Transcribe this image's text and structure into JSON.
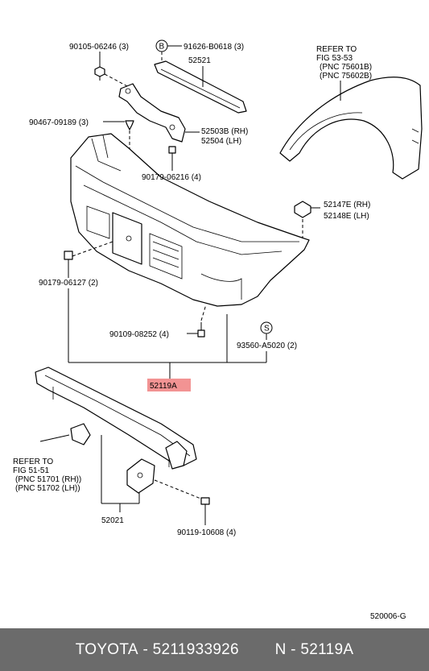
{
  "labels": {
    "p90105": "90105-06246 (3)",
    "symB": "B",
    "p91626": "91626-B0618 (3)",
    "p52521": "52521",
    "refer53_1": "REFER TO",
    "refer53_2": "FIG 53-53",
    "refer53_3": "(PNC 75601B)",
    "refer53_4": "(PNC 75602B)",
    "p90467": "90467-09189 (3)",
    "p52503B": "52503B (RH)",
    "p52504": "52504  (LH)",
    "p90179a": "90179-06216 (4)",
    "p52147E": "52147E (RH)",
    "p52148E": "52148E (LH)",
    "p90179b": "90179-06127 (2)",
    "p90109": "90109-08252 (4)",
    "symS": "S",
    "p93560": "93560-A5020 (2)",
    "p52119A": "52119A",
    "refer51_1": "REFER TO",
    "refer51_2": "FIG 51-51",
    "refer51_3": "(PNC 51701 (RH))",
    "refer51_4": "(PNC 51702 (LH))",
    "p52021": "52021",
    "p90119": "90119-10608 (4)",
    "figcode": "520006-G"
  },
  "footer": {
    "brand": "TOYOTA",
    "part_number": "5211933926",
    "n_label": "N",
    "pnc": "52119A"
  },
  "colors": {
    "highlight": "#f08080",
    "footer_bg": "#6b6b6b",
    "footer_text": "#ffffff"
  }
}
